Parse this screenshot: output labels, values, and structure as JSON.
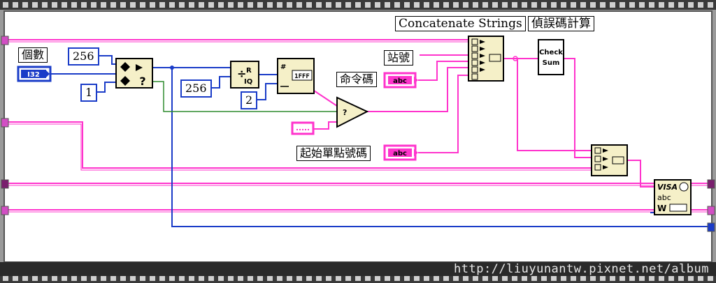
{
  "labels": {
    "count": "個數",
    "concat": "Concatenate Strings",
    "checksum_calc": "偵誤碼計算",
    "station": "站號",
    "command": "命令碼",
    "start_point": "起始單點號碼"
  },
  "constants": {
    "c256a": "256",
    "c1": "1",
    "c256b": "256",
    "c2": "2"
  },
  "terminals": {
    "i32": "I32",
    "abc": "abc"
  },
  "nodes": {
    "checksum_line1": "Check",
    "checksum_line2": "Sum",
    "visa_text": "VISA",
    "visa_abc": "abc",
    "quotient_r": "R",
    "quotient_iq": "IQ",
    "hex_fmt": "1FFF"
  },
  "watermark": "http://liuyunantw.pixnet.net/album",
  "colors": {
    "string_wire": "#ff33cc",
    "integer_wire": "#1a3cc8",
    "boolean_wire": "#2e8b2e",
    "node_bg": "#f5f0c8"
  }
}
